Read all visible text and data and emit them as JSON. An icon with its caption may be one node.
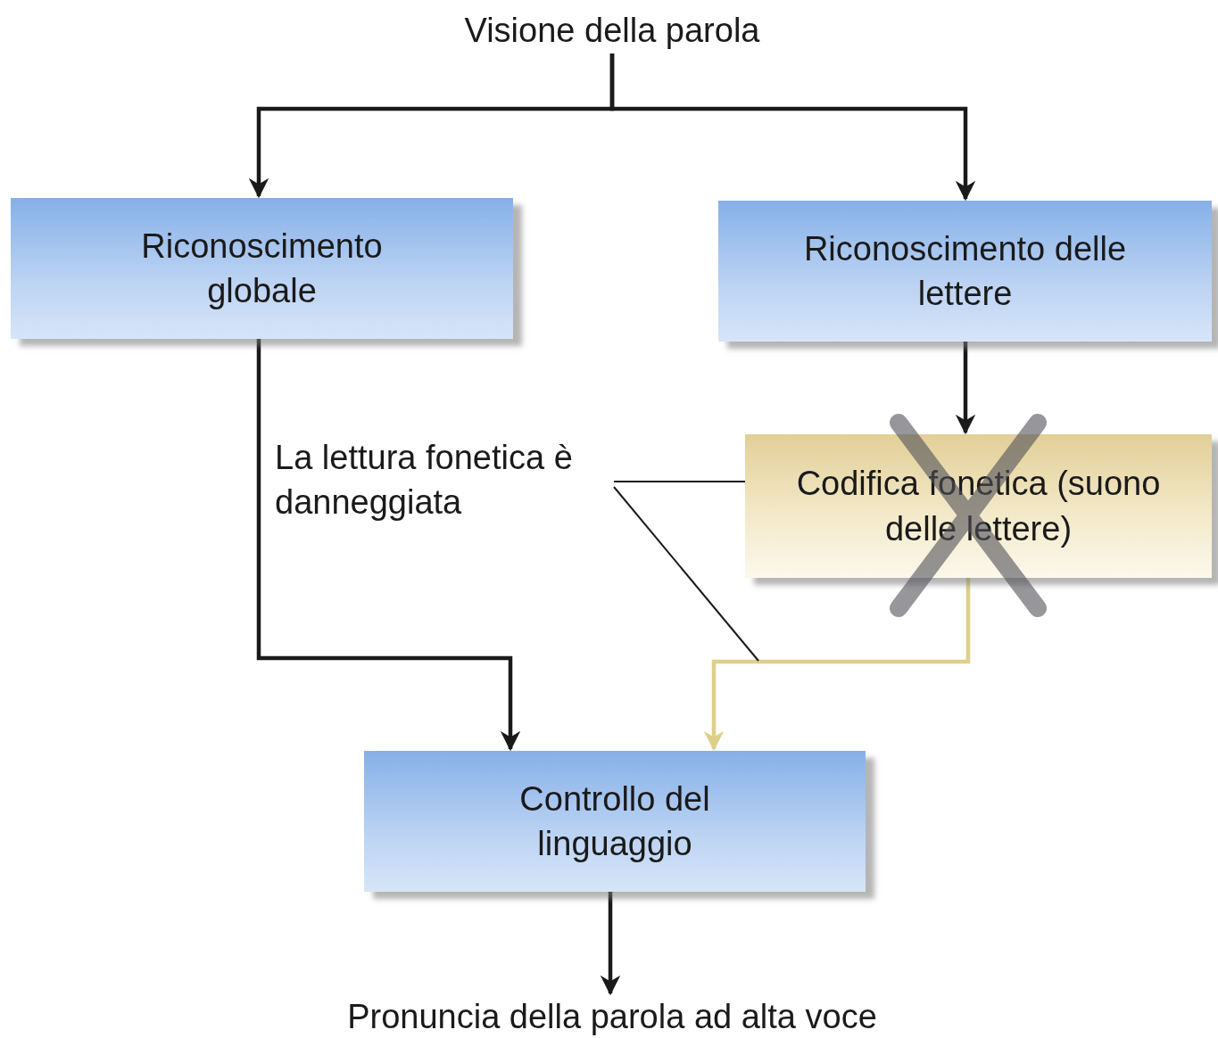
{
  "diagram": {
    "nodes": [
      {
        "text": [
          "Visione della parola"
        ]
      },
      {
        "text": [
          "Riconoscimento globale"
        ]
      },
      {
        "text": [
          "Riconoscimento delle lettere"
        ]
      },
      {
        "text": [
          "La lettura fonetica è danneggiata"
        ]
      },
      {
        "text": [
          "Codifica fonetica (suono delle lettere)"
        ]
      },
      {
        "text": [
          "Controllo del linguaggio"
        ]
      },
      {
        "text": [
          "Pronuncia della parola ad alta voce"
        ]
      }
    ],
    "edges": [
      {
        "from": 0,
        "to": 1,
        "arrow": "to"
      },
      {
        "from": 0,
        "to": 2,
        "arrow": "to"
      },
      {
        "from": 1,
        "to": 5,
        "arrow": "to"
      },
      {
        "from": 2,
        "to": 4,
        "arrow": "to"
      },
      {
        "from": 4,
        "to": 5,
        "arrow": "to",
        "color": "#ddd08a"
      },
      {
        "from": 5,
        "to": 6,
        "arrow": "to"
      },
      {
        "from": 3,
        "to": 4,
        "arrow": "none"
      },
      {
        "from": 3,
        "to": null,
        "arrow": "none"
      }
    ]
  }
}
